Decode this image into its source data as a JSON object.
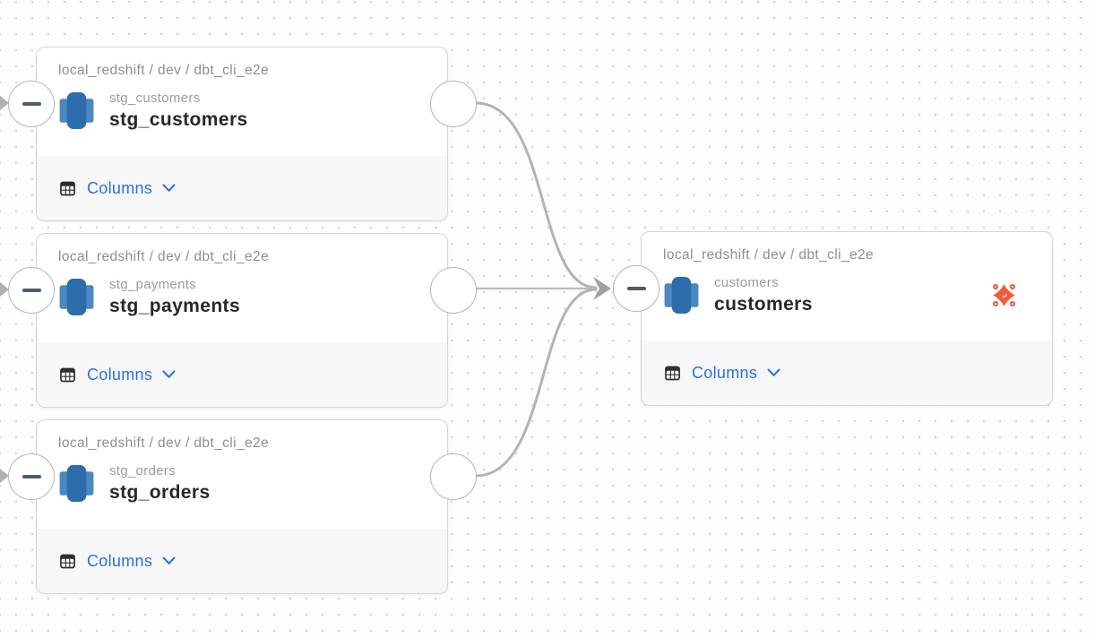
{
  "diagram": {
    "type": "data-lineage-graph",
    "colors": {
      "accent_blue": "#2a6fe0",
      "dbt_orange": "#f15b40",
      "redshift_center_blue": "#2d6dab",
      "redshift_wing_blue": "#4988c2",
      "edge_gray": "#b3b3b3",
      "footer_gray": "#f7f7f8"
    }
  },
  "nodes": [
    {
      "breadcrumb": "local_redshift / dev / dbt_cli_e2e",
      "subtitle": "stg_customers",
      "title": "stg_customers",
      "columns_label": "Columns",
      "source_icon": "redshift-icon"
    },
    {
      "breadcrumb": "local_redshift / dev / dbt_cli_e2e",
      "subtitle": "stg_payments",
      "title": "stg_payments",
      "columns_label": "Columns",
      "source_icon": "redshift-icon"
    },
    {
      "breadcrumb": "local_redshift / dev / dbt_cli_e2e",
      "subtitle": "stg_orders",
      "title": "stg_orders",
      "columns_label": "Columns",
      "source_icon": "redshift-icon"
    },
    {
      "breadcrumb": "local_redshift / dev / dbt_cli_e2e",
      "subtitle": "customers",
      "title": "customers",
      "columns_label": "Columns",
      "source_icon": "redshift-icon",
      "badge_icon": "dbt-icon"
    }
  ],
  "edges": [
    {
      "source": "stg_customers",
      "target": "customers"
    },
    {
      "source": "stg_payments",
      "target": "customers"
    },
    {
      "source": "stg_orders",
      "target": "customers"
    }
  ]
}
